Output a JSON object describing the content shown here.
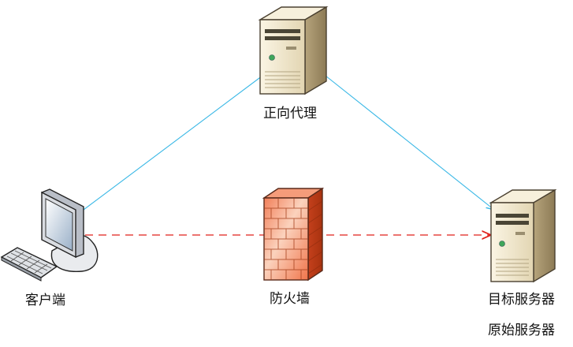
{
  "nodes": {
    "proxy": {
      "label": "正向代理",
      "icon": "server-tower-icon"
    },
    "client": {
      "label": "客户端",
      "icon": "desktop-computer-icon"
    },
    "firewall": {
      "label": "防火墙",
      "icon": "brick-firewall-icon"
    },
    "server": {
      "label": "目标服务器",
      "label2": "原始服务器",
      "icon": "server-tower-icon"
    }
  },
  "edges": [
    {
      "from": "client",
      "to": "proxy",
      "style": "solid",
      "color": "#3ab8e6"
    },
    {
      "from": "proxy",
      "to": "server",
      "style": "solid-arrow",
      "color": "#3ab8e6"
    },
    {
      "from": "client",
      "to": "server",
      "style": "dashed-arrow",
      "color": "#e0201b",
      "via": "firewall"
    }
  ],
  "colors": {
    "solid_line": "#3ab8e6",
    "dashed_line": "#e0201b",
    "server_body": "#ede3c8",
    "firewall_brick": "#ec6b43"
  }
}
